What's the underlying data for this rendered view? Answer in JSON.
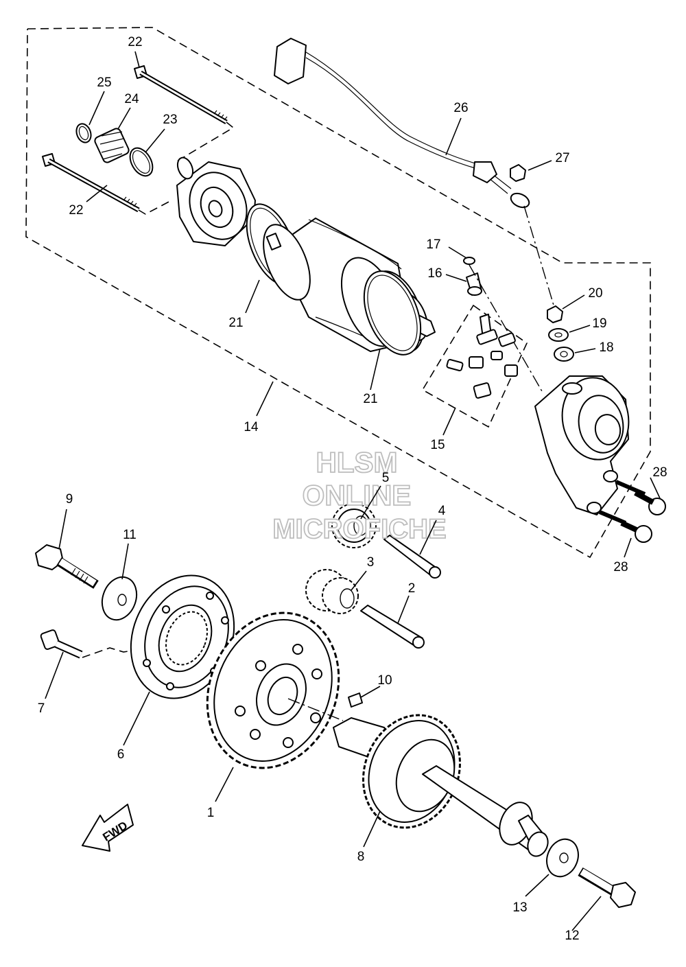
{
  "watermark": {
    "line1": "HLSM",
    "line2": "ONLINE",
    "line3": "MICROFICHE"
  },
  "direction_arrow": {
    "label": "FWD",
    "icon": "forward-arrow-icon"
  },
  "callouts": {
    "c1": "1",
    "c2": "2",
    "c3": "3",
    "c4": "4",
    "c5": "5",
    "c6": "6",
    "c7": "7",
    "c8": "8",
    "c9": "9",
    "c10": "10",
    "c11": "11",
    "c12": "12",
    "c13": "13",
    "c14": "14",
    "c15": "15",
    "c16": "16",
    "c17": "17",
    "c18": "18",
    "c19": "19",
    "c20": "20",
    "c21a": "21",
    "c21b": "21",
    "c22a": "22",
    "c22b": "22",
    "c23": "23",
    "c24": "24",
    "c25": "25",
    "c26": "26",
    "c27": "27",
    "c28a": "28",
    "c28b": "28"
  }
}
